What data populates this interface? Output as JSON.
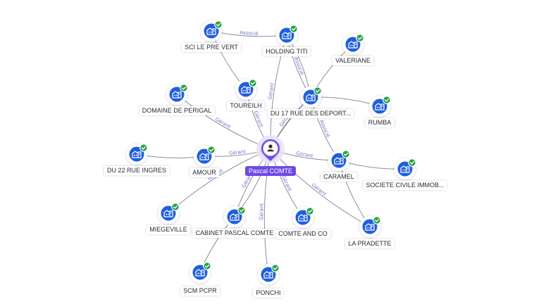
{
  "graph": {
    "colors": {
      "company": "#1f5fe0",
      "check": "#27a047",
      "person": "#7048e8",
      "edge": "#8b8f9e",
      "edge_label": "#6b73c9"
    },
    "center": {
      "id": "pascal",
      "label": "Pascal COMTE",
      "icon": "person-icon"
    },
    "nodes": [
      {
        "id": "sci-le-pre-vert",
        "label": "SCI LE PRE VERT",
        "icon": "building-icon",
        "verified": true
      },
      {
        "id": "holding-titi",
        "label": "HOLDING TITI",
        "icon": "building-icon",
        "verified": true
      },
      {
        "id": "valeriane",
        "label": "VALERIANE",
        "icon": "building-icon",
        "verified": true
      },
      {
        "id": "domaine-de-perigal",
        "label": "DOMAINE DE PERIGAL",
        "icon": "building-icon",
        "verified": true
      },
      {
        "id": "toureilh",
        "label": "TOUREILH",
        "icon": "building-icon",
        "verified": true
      },
      {
        "id": "du-17-rue",
        "label": "DU 17 RUE DES DEPORT...",
        "icon": "building-icon",
        "verified": true
      },
      {
        "id": "rumba",
        "label": "RUMBA",
        "icon": "building-icon",
        "verified": true
      },
      {
        "id": "du-22-rue-ingres",
        "label": "DU 22 RUE INGRES",
        "icon": "building-icon",
        "verified": true
      },
      {
        "id": "amour",
        "label": "AMOUR",
        "icon": "building-icon",
        "verified": true
      },
      {
        "id": "caramel",
        "label": "CARAMEL",
        "icon": "building-icon",
        "verified": true
      },
      {
        "id": "societe-civile",
        "label": "SOCIETE CIVILE IMMOB...",
        "icon": "building-icon",
        "verified": true
      },
      {
        "id": "miegeville",
        "label": "MIEGEVILLE",
        "icon": "building-icon",
        "verified": true
      },
      {
        "id": "cabinet",
        "label": "CABINET PASCAL COMTE",
        "icon": "building-icon",
        "verified": true
      },
      {
        "id": "comte-and-co",
        "label": "COMTE AND CO",
        "icon": "building-icon",
        "verified": true
      },
      {
        "id": "la-pradette",
        "label": "LA PRADETTE",
        "icon": "building-icon",
        "verified": true
      },
      {
        "id": "scm-pcpr",
        "label": "SCM PCPR",
        "icon": "building-icon",
        "verified": true
      },
      {
        "id": "ponchi",
        "label": "PONCHI",
        "icon": "building-icon",
        "verified": true
      }
    ],
    "edges": [
      {
        "from": "sci-le-pre-vert",
        "to": "holding-titi",
        "label": "Associé"
      },
      {
        "from": "sci-le-pre-vert",
        "to": "toureilh",
        "label": ""
      },
      {
        "from": "holding-titi",
        "to": "du-17-rue",
        "label": "Associé"
      },
      {
        "from": "holding-titi",
        "to": "du-17-rue",
        "label": ""
      },
      {
        "from": "holding-titi",
        "to": "pascal",
        "label": "Gérant"
      },
      {
        "from": "valeriane",
        "to": "du-17-rue",
        "label": ""
      },
      {
        "from": "toureilh",
        "to": "pascal",
        "label": "Gérant"
      },
      {
        "from": "domaine-de-perigal",
        "to": "pascal",
        "label": "Gérant"
      },
      {
        "from": "du-17-rue",
        "to": "pascal",
        "label": ""
      },
      {
        "from": "du-17-rue",
        "to": "caramel",
        "label": "Associé"
      },
      {
        "from": "rumba",
        "to": "du-17-rue",
        "label": ""
      },
      {
        "from": "du-22-rue-ingres",
        "to": "amour",
        "label": ""
      },
      {
        "from": "amour",
        "to": "pascal",
        "label": "Gérant"
      },
      {
        "from": "pascal",
        "to": "caramel",
        "label": "Gérant"
      },
      {
        "from": "pascal",
        "to": "du-17-rue",
        "label": "Gérant"
      },
      {
        "from": "caramel",
        "to": "societe-civile",
        "label": ""
      },
      {
        "from": "caramel",
        "to": "la-pradette",
        "label": ""
      },
      {
        "from": "pascal",
        "to": "miegeville",
        "label": "Gérant"
      },
      {
        "from": "pascal",
        "to": "cabinet",
        "label": "Gérant"
      },
      {
        "from": "pascal",
        "to": "cabinet",
        "label": ""
      },
      {
        "from": "pascal",
        "to": "comte-and-co",
        "label": "Gérant"
      },
      {
        "from": "pascal",
        "to": "la-pradette",
        "label": "Gérant"
      },
      {
        "from": "pascal",
        "to": "ponchi",
        "label": "Gérant"
      },
      {
        "from": "cabinet",
        "to": "scm-pcpr",
        "label": ""
      }
    ]
  }
}
